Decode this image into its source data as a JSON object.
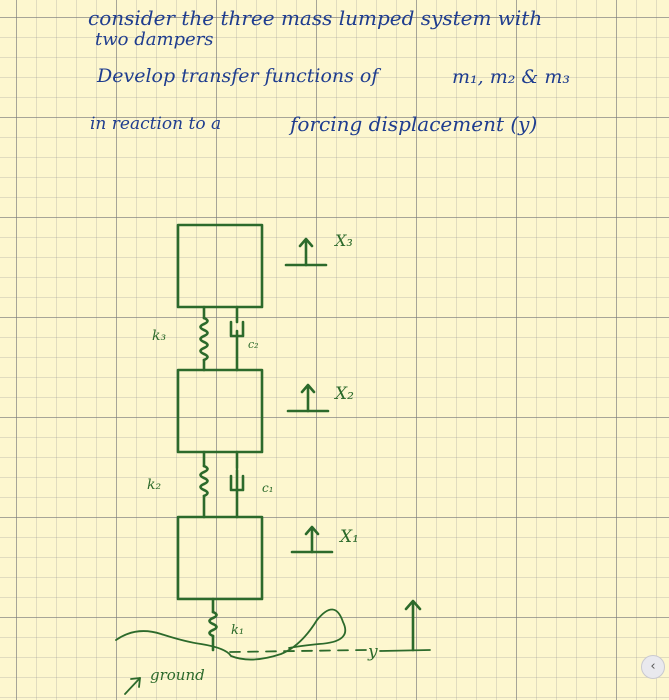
{
  "notes": {
    "line1": "consider the three mass lumped system with",
    "line2": "two dampers",
    "line3": "Develop transfer functions of",
    "line3b": "m₁, m₂ & m₃",
    "line4": "in reaction to a",
    "line4b": "forcing displacement (y)"
  },
  "diagram": {
    "x3": "X₃",
    "x2": "X₂",
    "x1": "X₁",
    "k3": "k₃",
    "c2": "c₂",
    "k2": "k₂",
    "c1": "c₁",
    "k1": "k₁",
    "y": "y",
    "ground": "ground"
  },
  "colors": {
    "paper": "#fdf7cf",
    "ink_blue": "#1f3d8f",
    "ink_green": "#2c6a2b"
  },
  "nav": {
    "next": "‹"
  }
}
